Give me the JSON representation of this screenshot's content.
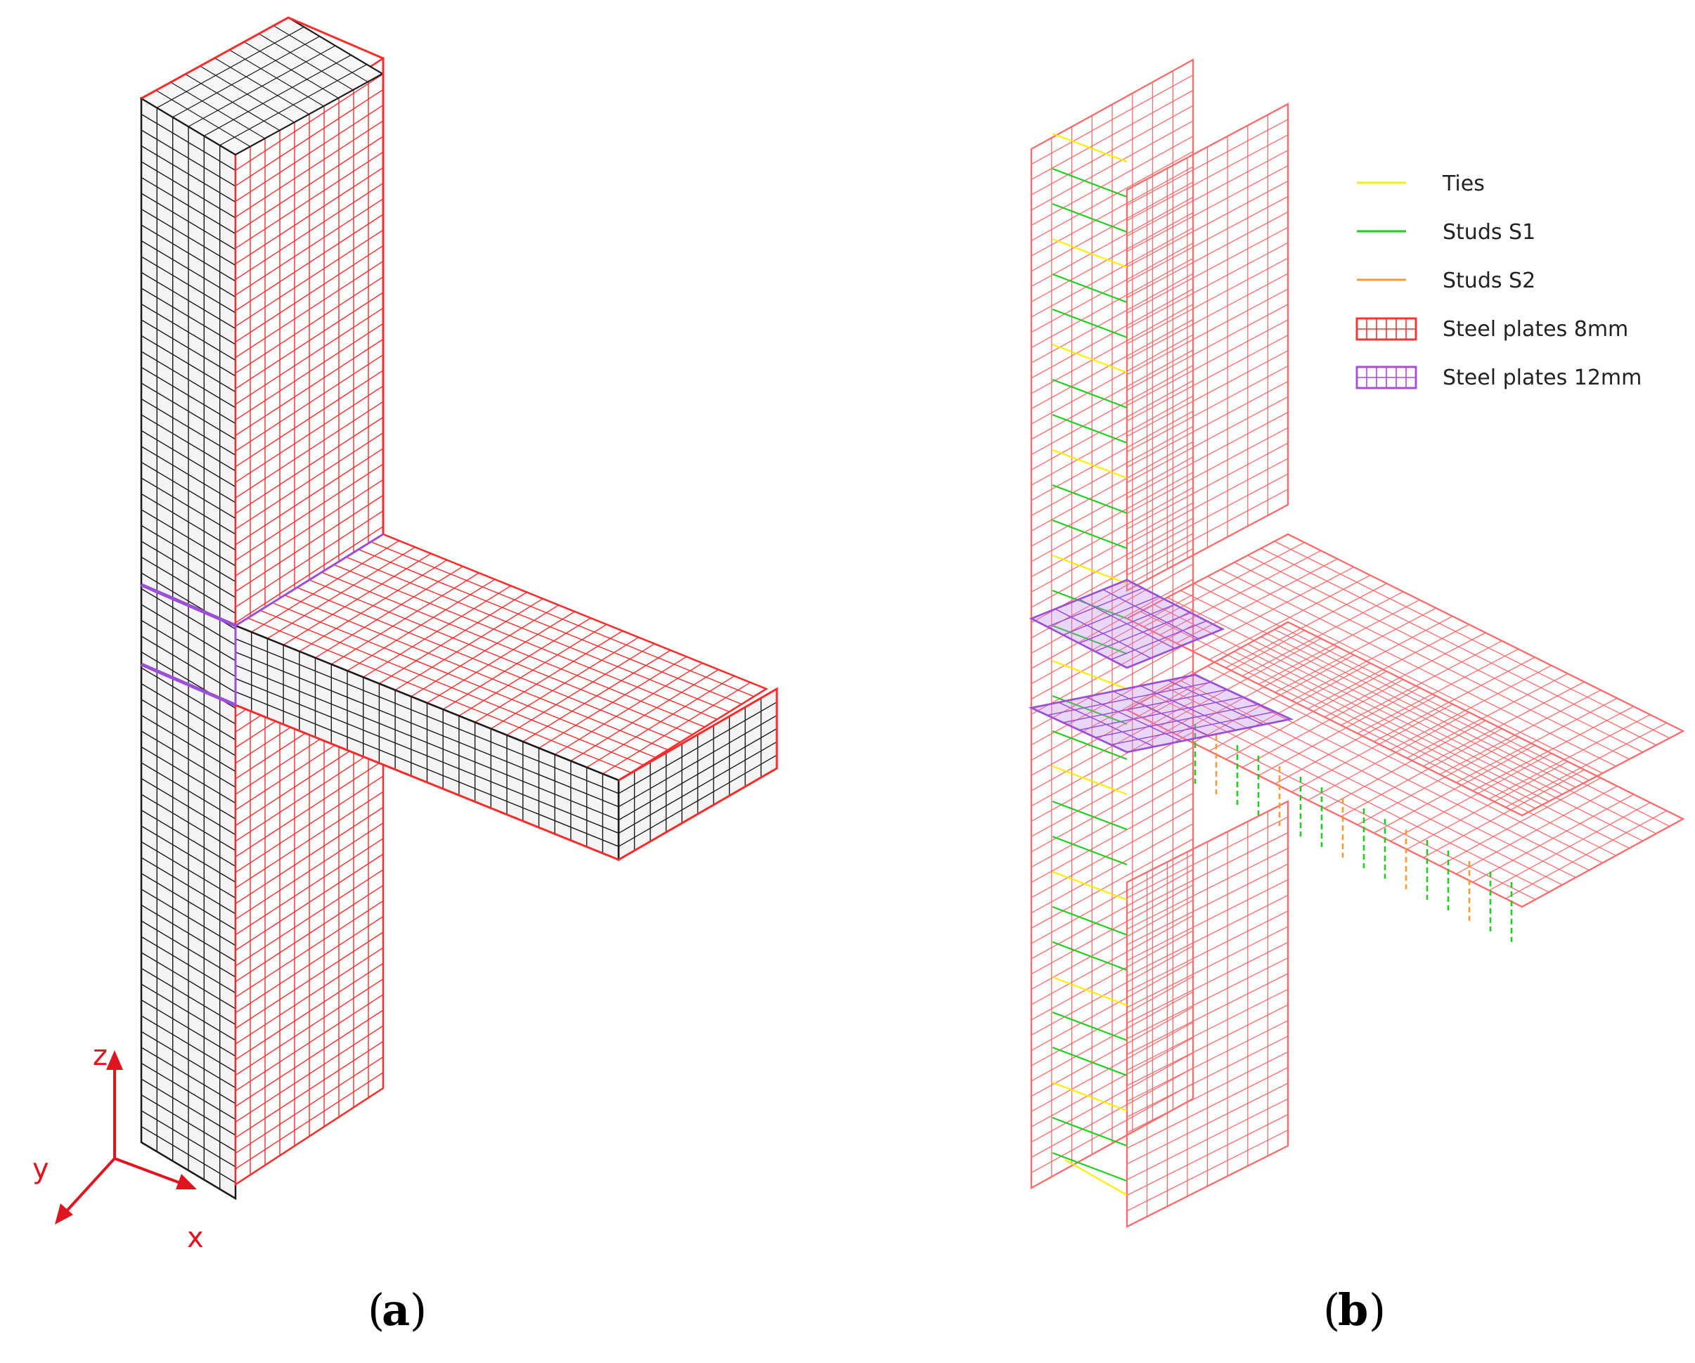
{
  "panels": {
    "a": {
      "label": "a"
    },
    "b": {
      "label": "b"
    }
  },
  "axes": {
    "z": "z",
    "y": "y",
    "x": "x"
  },
  "legend": [
    {
      "label": "Ties",
      "kind": "line",
      "color": "#ffee00"
    },
    {
      "label": "Studs S1",
      "kind": "line",
      "color": "#22cc22"
    },
    {
      "label": "Studs S2",
      "kind": "line",
      "color": "#ff9933"
    },
    {
      "label": "Steel plates 8mm",
      "kind": "grid",
      "color": "#ff3333"
    },
    {
      "label": "Steel plates 12mm",
      "kind": "grid",
      "color": "#a64dd9"
    }
  ],
  "colors": {
    "mesh_red": "#ff2a2a",
    "mesh_light_red": "#ff6a6a",
    "mesh_black": "#1a1a1a",
    "plate_purple": "#9a4fd6",
    "tie_yellow": "#ffee00",
    "stud_green": "#22cc22",
    "stud_orange": "#ff9933",
    "axis_red": "#e0141e"
  }
}
